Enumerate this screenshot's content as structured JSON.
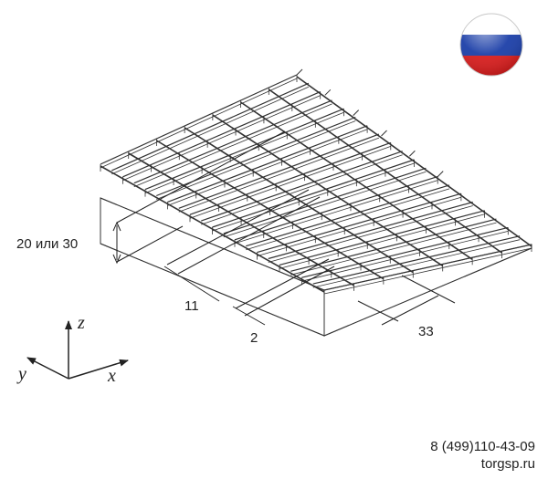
{
  "dimensions": {
    "height_label": "20 или 30",
    "pitch_label": "11",
    "bar_thickness_label": "2",
    "cross_pitch_label": "33"
  },
  "axes": {
    "z": "z",
    "y": "y",
    "x": "x"
  },
  "contact": {
    "phone": "8 (499)110-43-09",
    "website": "torgsp.ru"
  },
  "flag": {
    "name": "russia-flag",
    "colors": [
      "#ffffff",
      "#1c3fa8",
      "#d81e1e"
    ]
  },
  "drawing": {
    "line_color": "#333333",
    "bearing_bar_count": 20
  }
}
